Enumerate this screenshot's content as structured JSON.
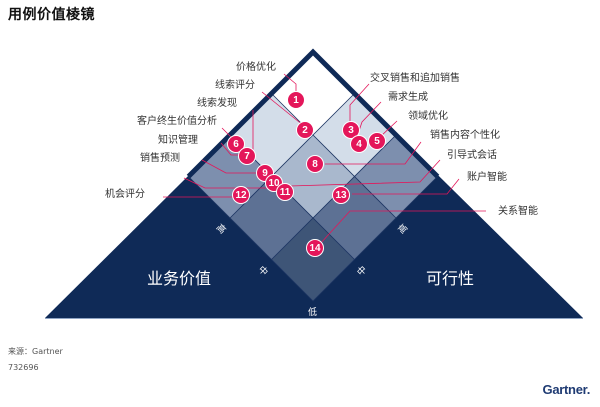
{
  "header": {
    "title": "用例价值棱镜"
  },
  "colors": {
    "navy": "#0f2a57",
    "cell_white": "#ffffff",
    "cell_lightest": "#d3dde9",
    "cell_light": "#a9b8cd",
    "cell_mid": "#7d8fae",
    "cell_dark": "#5d7194",
    "cell_bottom": "#3e5577",
    "badge": "#e4165a",
    "leader": "#e4165a"
  },
  "axes": {
    "left_label": "业务价值",
    "right_label": "可行性",
    "left_high": "高",
    "left_mid": "中",
    "right_high": "高",
    "right_mid": "中",
    "bottom_low": "低"
  },
  "use_cases": [
    {
      "n": "1",
      "label": "价格优化"
    },
    {
      "n": "2",
      "label": "线索评分"
    },
    {
      "n": "3",
      "label": "交叉销售和追加销售"
    },
    {
      "n": "4",
      "label": "需求生成"
    },
    {
      "n": "5",
      "label": "领域优化"
    },
    {
      "n": "6",
      "label": "客户终生价值分析"
    },
    {
      "n": "7",
      "label": "线索发现"
    },
    {
      "n": "8",
      "label": "销售内容个性化"
    },
    {
      "n": "9",
      "label": "知识管理"
    },
    {
      "n": "10",
      "label": "销售预测"
    },
    {
      "n": "11",
      "label": "引导式会话"
    },
    {
      "n": "12",
      "label": "机会评分"
    },
    {
      "n": "13",
      "label": "账户智能"
    },
    {
      "n": "14",
      "label": "关系智能"
    }
  ],
  "footer": {
    "source": "来源：Gartner",
    "id": "732696"
  },
  "logo": {
    "text": "Gartner",
    "dot": "."
  }
}
